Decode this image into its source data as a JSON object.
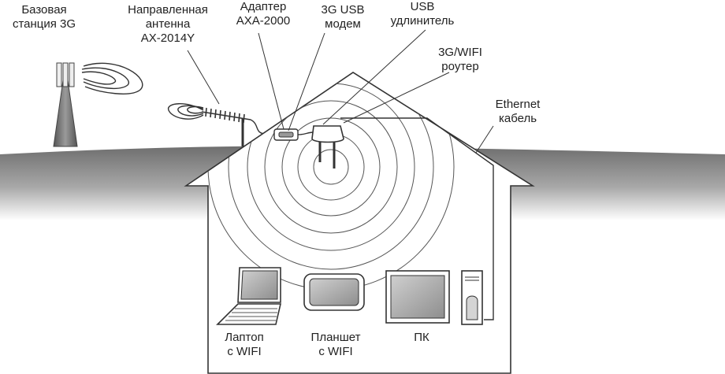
{
  "labels": {
    "base_station": [
      "Базовая",
      "станция 3G"
    ],
    "antenna": [
      "Направленная",
      "антенна",
      "AX-2014Y"
    ],
    "adapter": [
      "Адаптер",
      "AXA-2000"
    ],
    "modem": [
      "3G USB",
      "модем"
    ],
    "usb_extender": [
      "USB",
      "удлинитель"
    ],
    "router": [
      "3G/WIFI",
      "роутер"
    ],
    "ethernet": [
      "Ethernet",
      "кабель"
    ],
    "laptop": [
      "Лаптоп",
      "с WIFI"
    ],
    "tablet": [
      "Планшет",
      "с WIFI"
    ],
    "pc": [
      "ПК"
    ]
  },
  "icons": {
    "tower": "cell-tower-icon",
    "antenna": "yagi-antenna-icon",
    "adapter": "usb-adapter-icon",
    "router": "wifi-router-icon",
    "laptop": "laptop-icon",
    "tablet": "tablet-icon",
    "monitor": "monitor-icon",
    "pc_case": "pc-tower-icon"
  },
  "colors": {
    "ground_dark": "#7a7a7a",
    "ground_light": "#ffffff",
    "line": "#333333",
    "device_fill": "#bdbdbd"
  }
}
